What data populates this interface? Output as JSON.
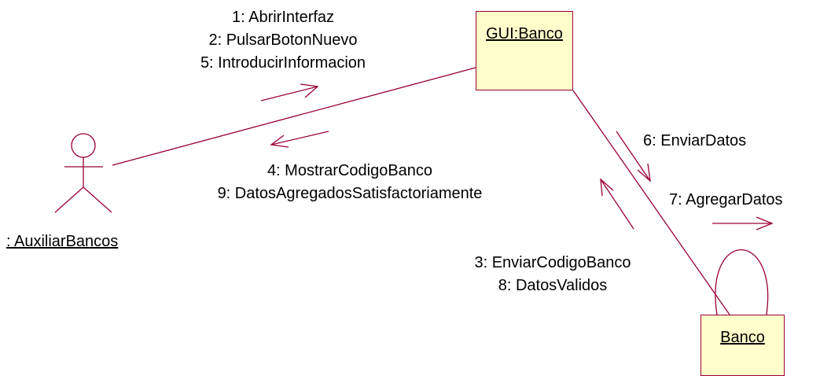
{
  "objects": {
    "gui": {
      "label": "GUI:Banco"
    },
    "banco": {
      "label": "Banco"
    }
  },
  "actor": {
    "label": ": AuxiliarBancos"
  },
  "messages": {
    "to_gui": [
      "1: AbrirInterfaz",
      "2: PulsarBotonNuevo",
      "5: IntroducirInformacion"
    ],
    "to_actor": [
      "4: MostrarCodigoBanco",
      "9: DatosAgregadosSatisfactoriamente"
    ],
    "to_banco": [
      "6: EnviarDatos"
    ],
    "self_banco": [
      "7: AgregarDatos"
    ],
    "to_gui_from_banco": [
      "3: EnviarCodigoBanco",
      "8: DatosValidos"
    ]
  },
  "colors": {
    "line": "#990033",
    "object_fill": "#ffffcc",
    "text": "#000000"
  }
}
